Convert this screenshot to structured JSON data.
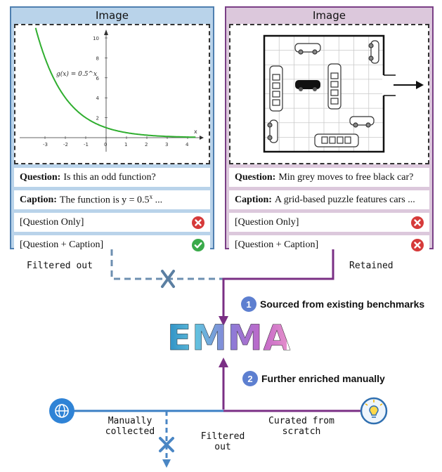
{
  "left_panel": {
    "title": "Image",
    "plot": {
      "formula": "g(x) = 0.5^x",
      "x_ticks": [
        "-3",
        "-2",
        "-1",
        "0",
        "1",
        "2",
        "3",
        "4"
      ],
      "y_ticks": [
        "2",
        "4",
        "6",
        "8",
        "10"
      ],
      "x_axis_label": "x",
      "curve_color": "#2fae2f"
    },
    "question_label": "Question:",
    "question_text": "Is this an odd function?",
    "caption_label": "Caption:",
    "caption_text": "The function is y = 0.5",
    "caption_sup": "x",
    "caption_tail": " ...",
    "question_only": "[Question Only]",
    "question_caption": "[Question + Caption]",
    "status_question_only": "wrong",
    "status_question_caption": "correct"
  },
  "right_panel": {
    "title": "Image",
    "question_label": "Question:",
    "question_text": "Min grey moves to free black car?",
    "caption_label": "Caption:",
    "caption_text": "A grid-based puzzle features cars ...",
    "question_only": "[Question Only]",
    "question_caption": "[Question + Caption]",
    "status_question_only": "wrong",
    "status_question_caption": "wrong"
  },
  "flow": {
    "filtered_out_top": "Filtered out",
    "retained": "Retained",
    "step1_num": "1",
    "step1_label": "Sourced from existing benchmarks",
    "logo": "EMMA",
    "step2_num": "2",
    "step2_label": "Further enriched manually",
    "manually_collected_1": "Manually",
    "manually_collected_2": "collected",
    "curated_1": "Curated from",
    "curated_2": "scratch",
    "filtered_bottom_1": "Filtered",
    "filtered_bottom_2": "out"
  },
  "colors": {
    "blue_panel": "#b9d3ea",
    "blue_border": "#4f7fb0",
    "purple_panel": "#dcc8dc",
    "purple_border": "#7a3f86",
    "wrong": "#d63a3a",
    "correct": "#3aaa4a",
    "badge": "#5d7fd0"
  }
}
